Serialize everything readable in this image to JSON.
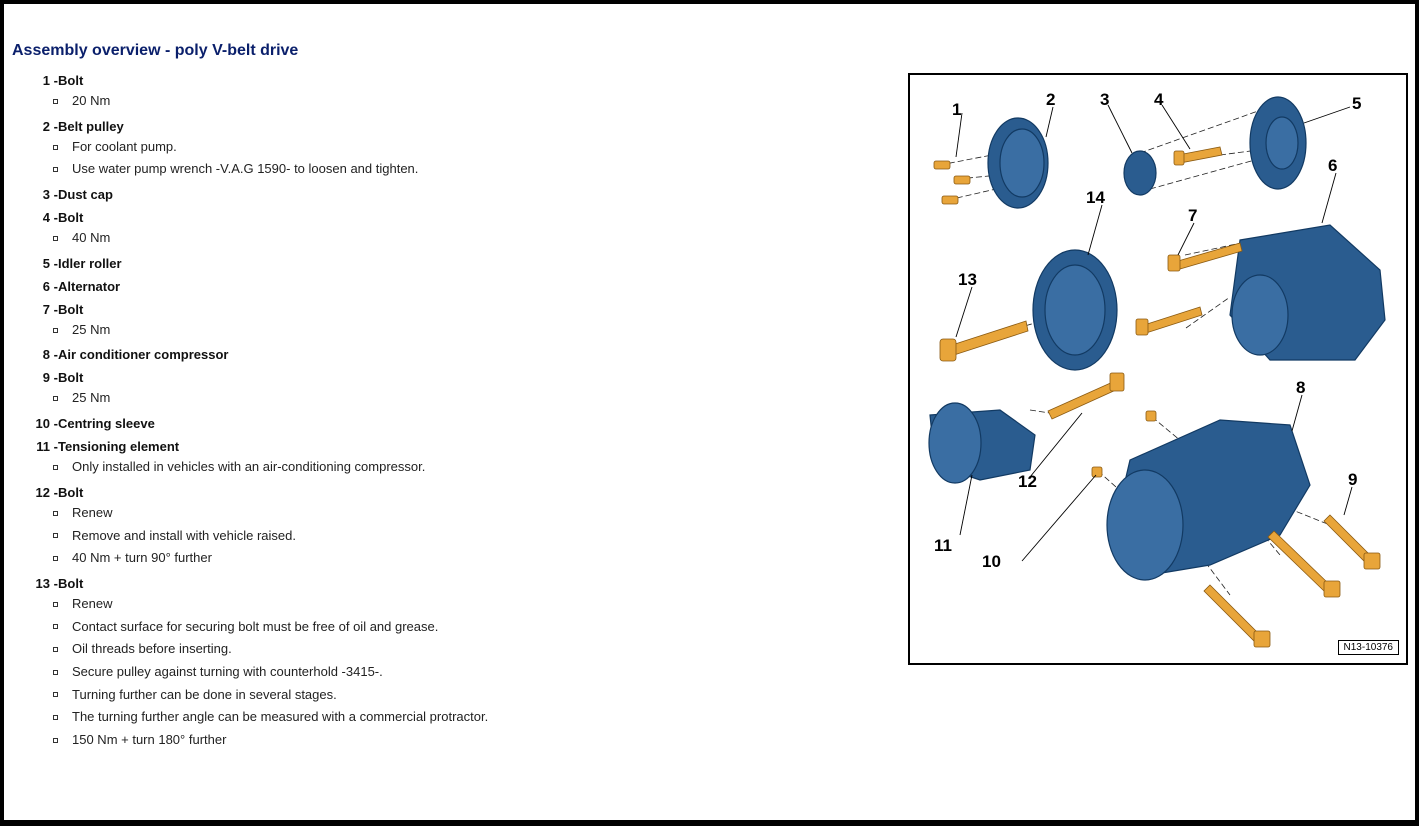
{
  "title": "Assembly overview - poly V-belt drive",
  "parts": [
    {
      "num": "1",
      "name": "Bolt",
      "notes": [
        "20 Nm"
      ]
    },
    {
      "num": "2",
      "name": "Belt pulley",
      "notes": [
        "For coolant pump.",
        "Use water pump wrench -V.A.G 1590- to loosen and tighten."
      ]
    },
    {
      "num": "3",
      "name": "Dust cap",
      "notes": []
    },
    {
      "num": "4",
      "name": "Bolt",
      "notes": [
        "40 Nm"
      ]
    },
    {
      "num": "5",
      "name": "Idler roller",
      "notes": []
    },
    {
      "num": "6",
      "name": "Alternator",
      "notes": []
    },
    {
      "num": "7",
      "name": "Bolt",
      "notes": [
        "25 Nm"
      ]
    },
    {
      "num": "8",
      "name": "Air conditioner compressor",
      "notes": []
    },
    {
      "num": "9",
      "name": "Bolt",
      "notes": [
        "25 Nm"
      ]
    },
    {
      "num": "10",
      "name": "Centring sleeve",
      "notes": []
    },
    {
      "num": "11",
      "name": "Tensioning element",
      "notes": [
        "Only installed in vehicles with an air-conditioning compressor."
      ]
    },
    {
      "num": "12",
      "name": "Bolt",
      "notes": [
        "Renew",
        "Remove and install with vehicle raised.",
        "40 Nm + turn 90° further"
      ]
    },
    {
      "num": "13",
      "name": "Bolt",
      "notes": [
        "Renew",
        "Contact surface for securing bolt must be free of oil and grease.",
        "Oil threads before inserting.",
        "Secure pulley against turning with counterhold -3415-.",
        "Turning further can be done in several stages.",
        "The turning further angle can be measured with a commercial protractor.",
        "150 Nm + turn 180° further"
      ]
    }
  ],
  "figure": {
    "code": "N13-10376",
    "callouts": [
      "1",
      "2",
      "3",
      "4",
      "5",
      "6",
      "7",
      "8",
      "9",
      "10",
      "11",
      "12",
      "13",
      "14"
    ],
    "colors": {
      "part_blue": "#2a5c8f",
      "bolt_yellow": "#e8a53a"
    }
  }
}
